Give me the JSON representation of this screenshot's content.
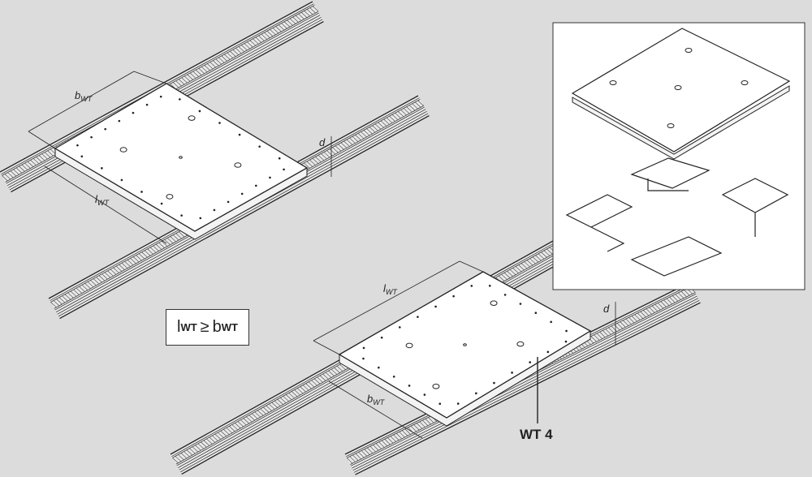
{
  "dimensions": {
    "width_symbol": "b",
    "length_symbol": "l",
    "subscript": "WT",
    "thickness_symbol": "d"
  },
  "formula": {
    "lhs": "l",
    "lhs_sub": "WT",
    "operator": "≥",
    "rhs": "b",
    "rhs_sub": "WT"
  },
  "callout": "WT 4",
  "colors": {
    "background": "#dcdcdc",
    "line": "#222222",
    "plate": "#ffffff"
  }
}
